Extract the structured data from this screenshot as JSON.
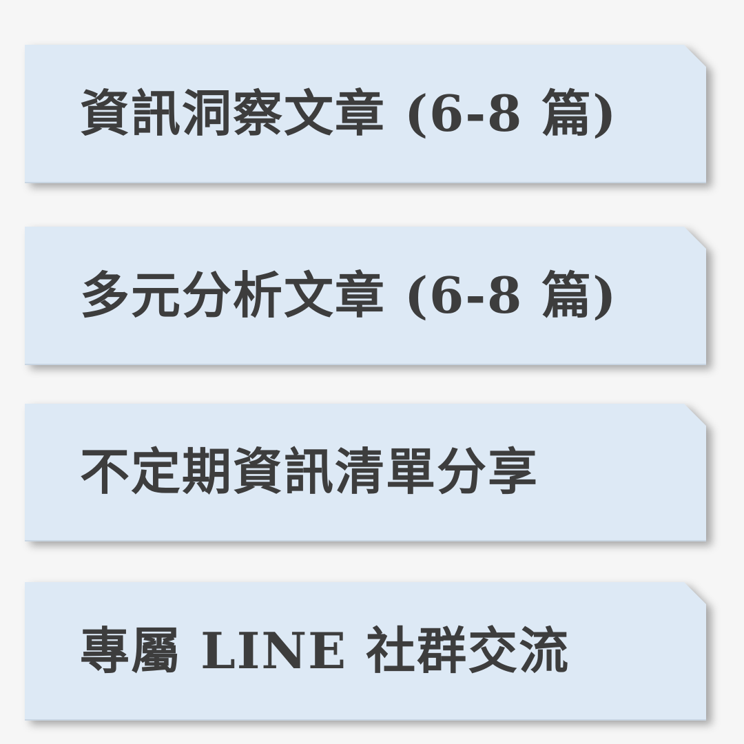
{
  "cards": [
    {
      "label": "資訊洞察文章 (6-8 篇)"
    },
    {
      "label": "多元分析文章 (6-8 篇)"
    },
    {
      "label": "不定期資訊清單分享"
    },
    {
      "label": "專屬 LINE 社群交流"
    }
  ],
  "colors": {
    "background": "#f6f6f6",
    "card_fill": "#dde9f5",
    "text": "#3d3d3d"
  }
}
